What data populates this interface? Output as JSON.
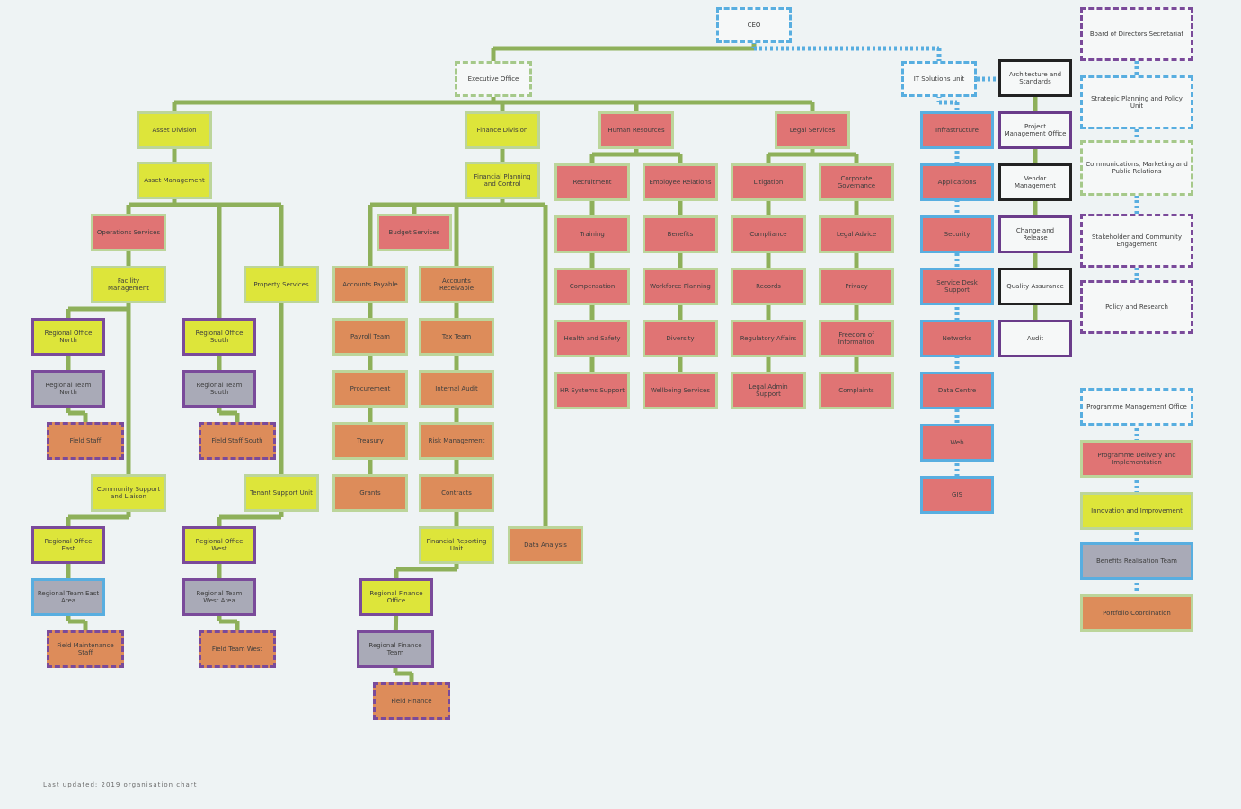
{
  "nodes": [
    {
      "id": "ceo",
      "style": "white wb",
      "label": "CEO",
      "parent": ""
    },
    {
      "id": "mgmt",
      "style": "white",
      "label": "Executive Office",
      "parent": "ceo"
    },
    {
      "id": "it_dir",
      "style": "white wb",
      "label": "IT Solutions unit",
      "parent": "ceo"
    },
    {
      "id": "a1",
      "style": "yellow",
      "label": "Asset Division",
      "parent": "mgmt"
    },
    {
      "id": "a2",
      "style": "yellow",
      "label": "Asset Management",
      "parent": "a1"
    },
    {
      "id": "a3",
      "style": "pink",
      "label": "Operations Services",
      "parent": "a2"
    },
    {
      "id": "a4",
      "style": "yellow",
      "label": "Facility Management",
      "parent": "a2"
    },
    {
      "id": "a5",
      "style": "yellow",
      "label": "Property Services",
      "parent": "a2"
    },
    {
      "id": "a6",
      "style": "yellow pb",
      "label": "Regional Office North",
      "parent": "a4"
    },
    {
      "id": "a7",
      "style": "gray",
      "label": "Regional Team North",
      "parent": "a6"
    },
    {
      "id": "a8",
      "style": "orange pb",
      "label": "Field Staff",
      "parent": "a7"
    },
    {
      "id": "a9",
      "style": "yellow pb",
      "label": "Regional Office South",
      "parent": "a2"
    },
    {
      "id": "a10",
      "style": "gray",
      "label": "Regional Team South",
      "parent": "a9"
    },
    {
      "id": "a11",
      "style": "orange pb",
      "label": "Field Staff South",
      "parent": "a10"
    },
    {
      "id": "a12",
      "style": "yellow",
      "label": "Community Support and Liaison",
      "parent": "a4"
    },
    {
      "id": "a13",
      "style": "yellow",
      "label": "Tenant Support Unit",
      "parent": "a5"
    },
    {
      "id": "a14",
      "style": "yellow pb",
      "label": "Regional Office East",
      "parent": "a12"
    },
    {
      "id": "a15",
      "style": "gray bb",
      "label": "Regional Team East Area",
      "parent": "a14"
    },
    {
      "id": "a16",
      "style": "orange pb",
      "label": "Field Maintenance Staff",
      "parent": "a15"
    },
    {
      "id": "a17",
      "style": "yellow pb",
      "label": "Regional Office West",
      "parent": "a13"
    },
    {
      "id": "a18",
      "style": "gray",
      "label": "Regional Team West Area",
      "parent": "a17"
    },
    {
      "id": "a19",
      "style": "orange pb",
      "label": "Field Team West",
      "parent": "a18"
    },
    {
      "id": "b1",
      "style": "yellow",
      "label": "Finance Division",
      "parent": "mgmt"
    },
    {
      "id": "b2",
      "style": "yellow",
      "label": "Financial Planning and Control",
      "parent": "b1"
    },
    {
      "id": "b3",
      "style": "pink",
      "label": "Budget Services",
      "parent": "b2"
    },
    {
      "id": "b4",
      "style": "orange",
      "label": "Accounts Payable",
      "parent": "b2"
    },
    {
      "id": "b5",
      "style": "orange",
      "label": "Accounts Receivable",
      "parent": "b2"
    },
    {
      "id": "b6",
      "style": "orange",
      "label": "Payroll Team",
      "parent": "b2"
    },
    {
      "id": "b7",
      "style": "orange",
      "label": "Tax Team",
      "parent": "b2"
    },
    {
      "id": "b8",
      "style": "orange",
      "label": "Procurement",
      "parent": "b2"
    },
    {
      "id": "b9",
      "style": "orange",
      "label": "Internal Audit",
      "parent": "b2"
    },
    {
      "id": "b10",
      "style": "orange",
      "label": "Treasury",
      "parent": "b2"
    },
    {
      "id": "b11",
      "style": "orange",
      "label": "Risk Management",
      "parent": "b2"
    },
    {
      "id": "b12",
      "style": "orange",
      "label": "Grants",
      "parent": "b2"
    },
    {
      "id": "b13",
      "style": "orange",
      "label": "Contracts",
      "parent": "b2"
    },
    {
      "id": "b14",
      "style": "yellow",
      "label": "Financial Reporting Unit",
      "parent": "b2"
    },
    {
      "id": "b15",
      "style": "orange",
      "label": "Data Analysis",
      "parent": "b2"
    },
    {
      "id": "b16",
      "style": "yellow pb",
      "label": "Regional Finance Office",
      "parent": "b14"
    },
    {
      "id": "b17",
      "style": "gray",
      "label": "Regional Finance Team",
      "parent": "b16"
    },
    {
      "id": "b18",
      "style": "orange pb",
      "label": "Field Finance",
      "parent": "b17"
    },
    {
      "id": "c1",
      "style": "pink",
      "label": "Human Resources",
      "parent": "mgmt"
    },
    {
      "id": "c2",
      "style": "pink",
      "label": "Recruitment",
      "parent": "c1"
    },
    {
      "id": "c3",
      "style": "pink",
      "label": "Employee Relations",
      "parent": "c1"
    },
    {
      "id": "c4",
      "style": "pink",
      "label": "Training",
      "parent": "c1"
    },
    {
      "id": "c5",
      "style": "pink",
      "label": "Benefits",
      "parent": "c1"
    },
    {
      "id": "c6",
      "style": "pink",
      "label": "Compensation",
      "parent": "c1"
    },
    {
      "id": "c7",
      "style": "pink",
      "label": "Workforce Planning",
      "parent": "c1"
    },
    {
      "id": "c8",
      "style": "pink",
      "label": "Health and Safety",
      "parent": "c1"
    },
    {
      "id": "c9",
      "style": "pink",
      "label": "Diversity",
      "parent": "c1"
    },
    {
      "id": "c10",
      "style": "pink",
      "label": "HR Systems Support",
      "parent": "c1"
    },
    {
      "id": "c11",
      "style": "pink",
      "label": "Wellbeing Services",
      "parent": "c1"
    },
    {
      "id": "d1",
      "style": "pink",
      "label": "Legal Services",
      "parent": "mgmt"
    },
    {
      "id": "d2",
      "style": "pink",
      "label": "Litigation",
      "parent": "d1"
    },
    {
      "id": "d3",
      "style": "pink",
      "label": "Corporate Governance",
      "parent": "d1"
    },
    {
      "id": "d4",
      "style": "pink",
      "label": "Compliance",
      "parent": "d1"
    },
    {
      "id": "d5",
      "style": "pink",
      "label": "Legal Advice",
      "parent": "d1"
    },
    {
      "id": "d6",
      "style": "pink",
      "label": "Records",
      "parent": "d1"
    },
    {
      "id": "d7",
      "style": "pink",
      "label": "Privacy",
      "parent": "d1"
    },
    {
      "id": "d8",
      "style": "pink",
      "label": "Regulatory Affairs",
      "parent": "d1"
    },
    {
      "id": "d9",
      "style": "pink",
      "label": "Freedom of Information",
      "parent": "d1"
    },
    {
      "id": "d10",
      "style": "pink",
      "label": "Legal Admin Support",
      "parent": "d1"
    },
    {
      "id": "d11",
      "style": "pink",
      "label": "Complaints",
      "parent": "d1"
    },
    {
      "id": "e1",
      "style": "blue-pink",
      "label": "Infrastructure",
      "parent": "it_dir"
    },
    {
      "id": "e2",
      "style": "blue-pink",
      "label": "Applications",
      "parent": "it_dir"
    },
    {
      "id": "e3",
      "style": "blue-pink",
      "label": "Security",
      "parent": "it_dir"
    },
    {
      "id": "e4",
      "style": "blue-pink",
      "label": "Service Desk Support",
      "parent": "it_dir"
    },
    {
      "id": "e5",
      "style": "blue-pink",
      "label": "Networks",
      "parent": "it_dir"
    },
    {
      "id": "e6",
      "style": "blue-pink",
      "label": "Data Centre",
      "parent": "it_dir"
    },
    {
      "id": "e7",
      "style": "blue-pink",
      "label": "Web",
      "parent": "it_dir"
    },
    {
      "id": "e8",
      "style": "blue-pink",
      "label": "GIS",
      "parent": "it_dir"
    },
    {
      "id": "f1",
      "style": "white kb",
      "label": "Architecture and Standards",
      "parent": "it_dir"
    },
    {
      "id": "f2",
      "style": "white kp",
      "label": "Project Management Office",
      "parent": "f1"
    },
    {
      "id": "f3",
      "style": "white kb",
      "label": "Vendor Management",
      "parent": "f2"
    },
    {
      "id": "f4",
      "style": "white kp",
      "label": "Change and Release",
      "parent": "f3"
    },
    {
      "id": "f5",
      "style": "white kb",
      "label": "Quality Assurance",
      "parent": "f4"
    },
    {
      "id": "f6",
      "style": "white kp",
      "label": "Audit",
      "parent": "f5"
    },
    {
      "id": "g1",
      "style": "white pp",
      "label": "Board of Directors Secretariat",
      "parent": ""
    },
    {
      "id": "g2",
      "style": "white wb",
      "label": "Strategic Planning and Policy Unit",
      "parent": "g1"
    },
    {
      "id": "g3",
      "style": "white",
      "label": "Communications, Marketing and Public Relations",
      "parent": "g2"
    },
    {
      "id": "g4",
      "style": "white pp",
      "label": "Stakeholder and Community Engagement",
      "parent": "g3"
    },
    {
      "id": "g5",
      "style": "white pp",
      "label": "Policy and Research",
      "parent": "g4"
    },
    {
      "id": "h1",
      "style": "white wb",
      "label": "Programme Management Office",
      "parent": ""
    },
    {
      "id": "h2",
      "style": "pink",
      "label": "Programme Delivery and Implementation",
      "parent": "h1"
    },
    {
      "id": "h3",
      "style": "yellow",
      "label": "Innovation and Improvement",
      "parent": "h2"
    },
    {
      "id": "h4",
      "style": "gray bb",
      "label": "Benefits Realisation Team",
      "parent": "h3"
    },
    {
      "id": "h5",
      "style": "orange",
      "label": "Portfolio Coordination",
      "parent": "h4"
    }
  ],
  "footer": "Last updated: 2019 organisation chart"
}
